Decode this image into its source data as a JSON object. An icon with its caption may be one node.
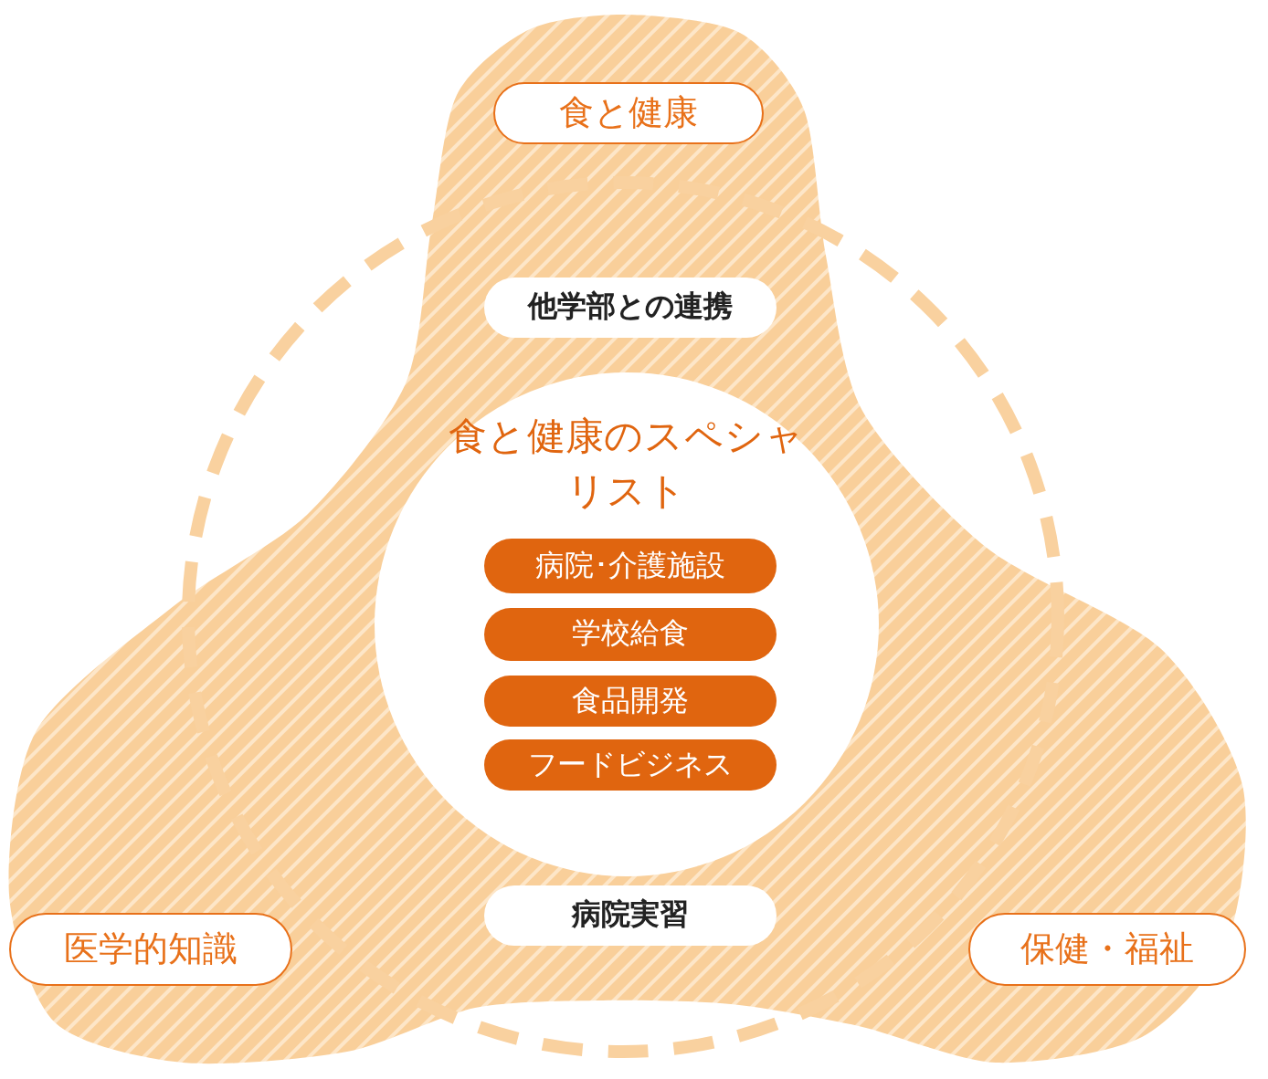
{
  "diagram": {
    "nodes": [
      {
        "text": [
          "食と健康"
        ]
      },
      {
        "text": [
          "他学部との連携"
        ]
      },
      {
        "text": [
          "食と健康のスペシャリスト"
        ]
      },
      {
        "text": [
          "病院･介護施設"
        ],
        "in": 2
      },
      {
        "text": [
          "学校給食"
        ],
        "in": 2
      },
      {
        "text": [
          "食品開発"
        ],
        "in": 2
      },
      {
        "text": [
          "フードビジネス"
        ],
        "in": 2
      },
      {
        "text": [
          "病院実習"
        ]
      },
      {
        "text": [
          "医学的知識"
        ]
      },
      {
        "text": [
          "保健・福祉"
        ]
      }
    ]
  }
}
